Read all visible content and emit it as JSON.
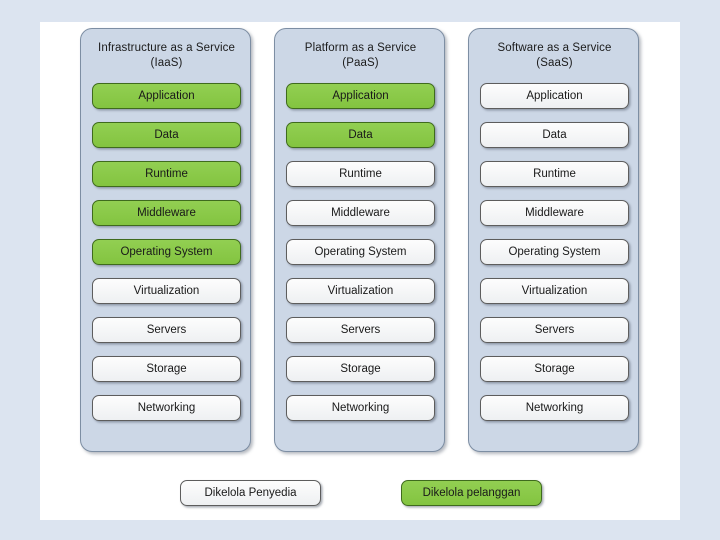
{
  "colors": {
    "page_background": "#dce4f0",
    "slide_background": "#ffffff",
    "panel_background": "#ccd7e6",
    "panel_border": "#7d8ea3",
    "customer_green": "#86c846",
    "provider_white": "#f5f6f7",
    "row_border": "#5d5d5d",
    "text": "#191919"
  },
  "columns": [
    {
      "id": "iaas",
      "title": "Infrastructure as a Service",
      "abbrev": "(IaaS)",
      "rows": [
        {
          "label": "Application",
          "managed_by": "customer"
        },
        {
          "label": "Data",
          "managed_by": "customer"
        },
        {
          "label": "Runtime",
          "managed_by": "customer"
        },
        {
          "label": "Middleware",
          "managed_by": "customer"
        },
        {
          "label": "Operating System",
          "managed_by": "customer"
        },
        {
          "label": "Virtualization",
          "managed_by": "provider"
        },
        {
          "label": "Servers",
          "managed_by": "provider"
        },
        {
          "label": "Storage",
          "managed_by": "provider"
        },
        {
          "label": "Networking",
          "managed_by": "provider"
        }
      ]
    },
    {
      "id": "paas",
      "title": "Platform as a Service",
      "abbrev": "(PaaS)",
      "rows": [
        {
          "label": "Application",
          "managed_by": "customer"
        },
        {
          "label": "Data",
          "managed_by": "customer"
        },
        {
          "label": "Runtime",
          "managed_by": "provider"
        },
        {
          "label": "Middleware",
          "managed_by": "provider"
        },
        {
          "label": "Operating System",
          "managed_by": "provider"
        },
        {
          "label": "Virtualization",
          "managed_by": "provider"
        },
        {
          "label": "Servers",
          "managed_by": "provider"
        },
        {
          "label": "Storage",
          "managed_by": "provider"
        },
        {
          "label": "Networking",
          "managed_by": "provider"
        }
      ]
    },
    {
      "id": "saas",
      "title": "Software as a Service",
      "abbrev": "(SaaS)",
      "rows": [
        {
          "label": "Application",
          "managed_by": "provider"
        },
        {
          "label": "Data",
          "managed_by": "provider"
        },
        {
          "label": "Runtime",
          "managed_by": "provider"
        },
        {
          "label": "Middleware",
          "managed_by": "provider"
        },
        {
          "label": "Operating System",
          "managed_by": "provider"
        },
        {
          "label": "Virtualization",
          "managed_by": "provider"
        },
        {
          "label": "Servers",
          "managed_by": "provider"
        },
        {
          "label": "Storage",
          "managed_by": "provider"
        },
        {
          "label": "Networking",
          "managed_by": "provider"
        }
      ]
    }
  ],
  "legend": {
    "provider_label": "Dikelola Penyedia",
    "customer_label": "Dikelola pelanggan"
  }
}
